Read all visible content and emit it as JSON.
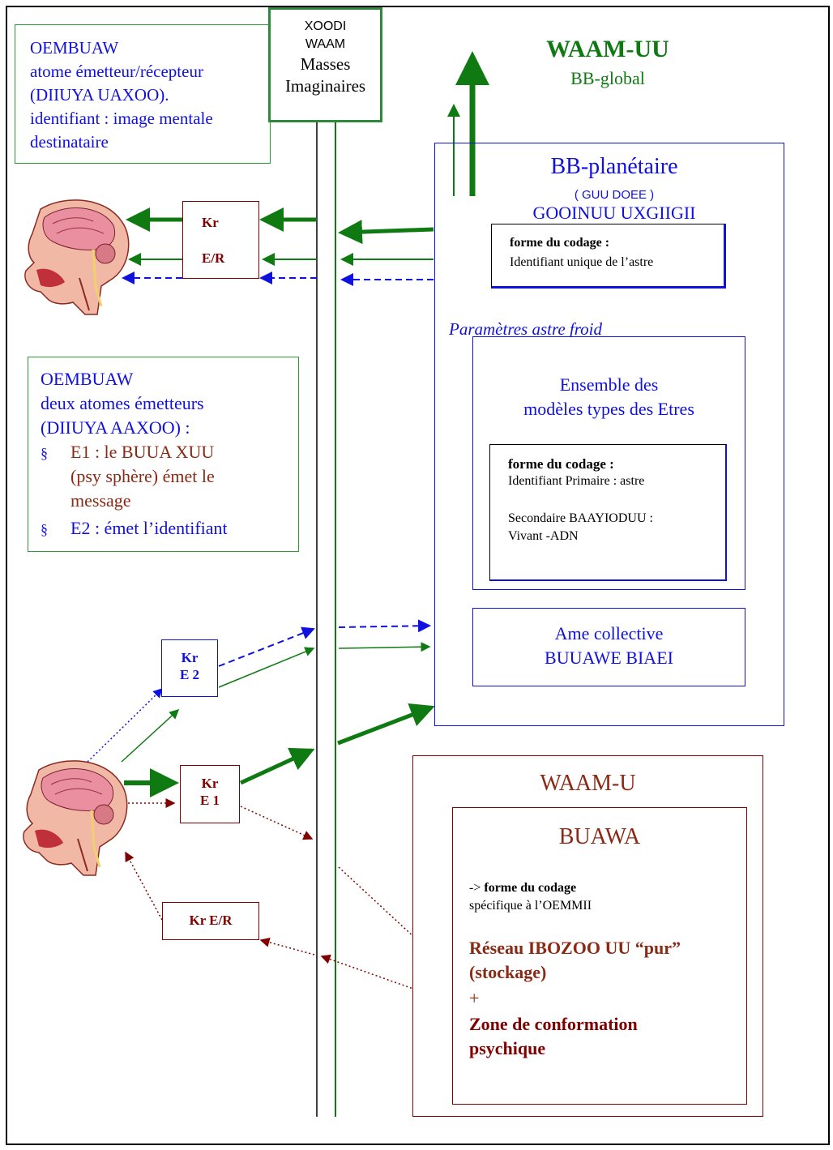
{
  "xoodi_box": {
    "line1": "XOODI",
    "line2": "WAAM",
    "line3": "Masses",
    "line4": "Imaginaires"
  },
  "oembuaw_top": {
    "title": "OEMBUAW",
    "line1": "atome émetteur/récepteur",
    "line2": "(DIIUYA UAXOO).",
    "line3": "identifiant : image mentale",
    "line4": "destinataire"
  },
  "waam_uu": {
    "title": "WAAM-UU",
    "subtitle": "BB-global"
  },
  "bb_planetaire": {
    "title": "BB-planétaire",
    "sub1": "( GUU DOEE )",
    "sub2": "GOOINUU UXGIIGII",
    "coding_title": "forme du codage :",
    "coding_text": "Identifiant unique de l’astre",
    "params_label": "Paramètres astre froid",
    "ensemble_line1": "Ensemble des",
    "ensemble_line2": "modèles types des Etres",
    "inner_coding_title": "forme du codage :",
    "inner_line1": "Identifiant Primaire : astre",
    "inner_line2": "Secondaire BAAYIODUU :",
    "inner_line3": "Vivant -ADN",
    "ame_line1": "Ame collective",
    "ame_line2": "BUUAWE BIAEI"
  },
  "kr_top": {
    "kr": "Kr",
    "er": "E/R"
  },
  "oembuaw_mid": {
    "title": "OEMBUAW",
    "line1": "deux atomes émetteurs",
    "line2": "(DIIUYA AAXOO) :",
    "bullet": "§",
    "e1_line1": "E1 : le BUUA XUU",
    "e1_line2": "(psy sphère) émet le",
    "e1_line3": "message",
    "e2_line1": "E2 : émet l’identifiant"
  },
  "kr_e2": {
    "kr": "Kr",
    "e": "E 2"
  },
  "kr_e1": {
    "kr": "Kr",
    "e": "E 1"
  },
  "kr_er_bottom": {
    "label": "Kr E/R"
  },
  "waam_u": {
    "title": "WAAM-U",
    "buawa": "BUAWA",
    "arrow_prefix": "->",
    "coding_bold": "forme du codage",
    "coding_line2": "spécifique à l’OEMMII",
    "reseau_line1": "Réseau IBOZOO UU “pur”",
    "reseau_line2": "(stockage)",
    "plus": "+",
    "zone_line1": "Zone de conformation",
    "zone_line2": "psychique"
  },
  "colors": {
    "blue": "#1010e0",
    "green": "#0f7a12",
    "brown": "#8b2a14",
    "darkred": "#800000"
  },
  "icons": [
    "head-anatomy-icon-top",
    "head-anatomy-icon-bottom"
  ]
}
